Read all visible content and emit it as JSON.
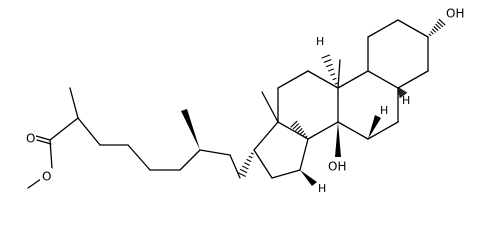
{
  "labels": {
    "oh_3": "OH",
    "oh_7": "OH",
    "ester_o_carbonyl": "O",
    "ester_o_methoxy": "O",
    "h_9": "H",
    "h_5": "H",
    "h_8": "H",
    "h_14": "H"
  },
  "colors": {
    "ink": "#000000",
    "background": "#ffffff"
  }
}
